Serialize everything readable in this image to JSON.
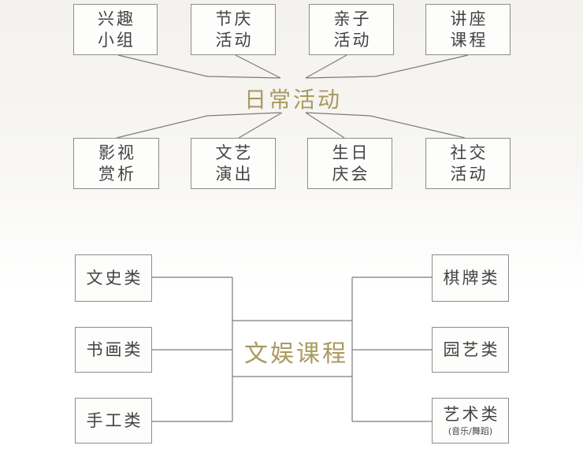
{
  "colors": {
    "accent": "#a99a5f",
    "box_border": "#8c8c8c",
    "connector_line": "#7c7c7c",
    "node_text": "#434343"
  },
  "daily_activities": {
    "title": "日常活动",
    "top_nodes": [
      {
        "line1": "兴趣",
        "line2": "小组"
      },
      {
        "line1": "节庆",
        "line2": "活动"
      },
      {
        "line1": "亲子",
        "line2": "活动"
      },
      {
        "line1": "讲座",
        "line2": "课程"
      }
    ],
    "bottom_nodes": [
      {
        "line1": "影视",
        "line2": "赏析"
      },
      {
        "line1": "文艺",
        "line2": "演出"
      },
      {
        "line1": "生日",
        "line2": "庆会"
      },
      {
        "line1": "社交",
        "line2": "活动"
      }
    ]
  },
  "culture_courses": {
    "title": "文娱课程",
    "left_nodes": [
      {
        "label": "文史类"
      },
      {
        "label": "书画类"
      },
      {
        "label": "手工类"
      }
    ],
    "right_nodes": [
      {
        "label": "棋牌类"
      },
      {
        "label": "园艺类"
      },
      {
        "label": "艺术类",
        "sublabel": "(音乐/舞蹈)"
      }
    ]
  }
}
